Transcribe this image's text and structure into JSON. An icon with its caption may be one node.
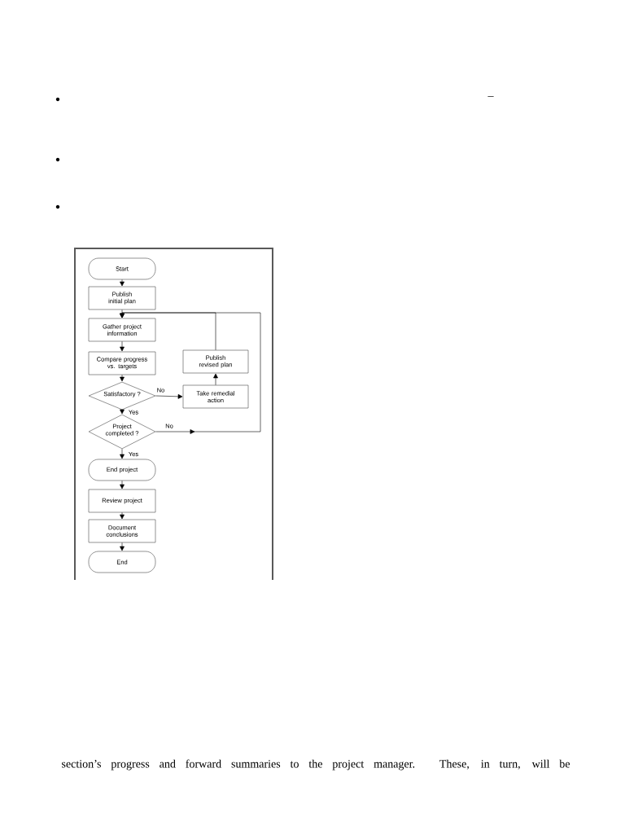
{
  "diagram": {
    "nodes": [
      {
        "text": [
          "Start"
        ]
      },
      {
        "text": [
          "Publish initial plan"
        ]
      },
      {
        "text": [
          "Gather project information"
        ]
      },
      {
        "text": [
          "Compare progress vs. targets"
        ]
      },
      {
        "text": [
          "Satisfactory ?"
        ]
      },
      {
        "text": [
          "Project completed ?"
        ]
      },
      {
        "text": [
          "End project"
        ]
      },
      {
        "text": [
          "Review project"
        ]
      },
      {
        "text": [
          "Document conclusions"
        ]
      },
      {
        "text": [
          "End"
        ]
      },
      {
        "text": [
          "Take remedial action"
        ]
      },
      {
        "text": [
          "Publish revised plan"
        ]
      }
    ],
    "edges": [
      {
        "from": 0,
        "to": 1,
        "arrow": "to"
      },
      {
        "from": 1,
        "to": 2,
        "arrow": "to"
      },
      {
        "from": 2,
        "to": 3,
        "arrow": "to"
      },
      {
        "from": 3,
        "to": 4,
        "arrow": "to"
      },
      {
        "from": 4,
        "to": 5,
        "arrow": "to",
        "label": "Yes"
      },
      {
        "from": 5,
        "to": 6,
        "arrow": "to",
        "label": "Yes"
      },
      {
        "from": 6,
        "to": 7,
        "arrow": "to"
      },
      {
        "from": 7,
        "to": 8,
        "arrow": "to"
      },
      {
        "from": 8,
        "to": 9,
        "arrow": "to"
      },
      {
        "from": 4,
        "to": 10,
        "arrow": "to",
        "label": "No"
      },
      {
        "from": 10,
        "to": 11,
        "arrow": "to"
      },
      {
        "from": 11,
        "to": 2,
        "arrow": "to"
      },
      {
        "from": 5,
        "to": 2,
        "arrow": "to",
        "label": "No"
      }
    ],
    "labels": [
      "–",
      "section’s progress and forward summaries to the project manager. These, in turn, will be"
    ]
  }
}
